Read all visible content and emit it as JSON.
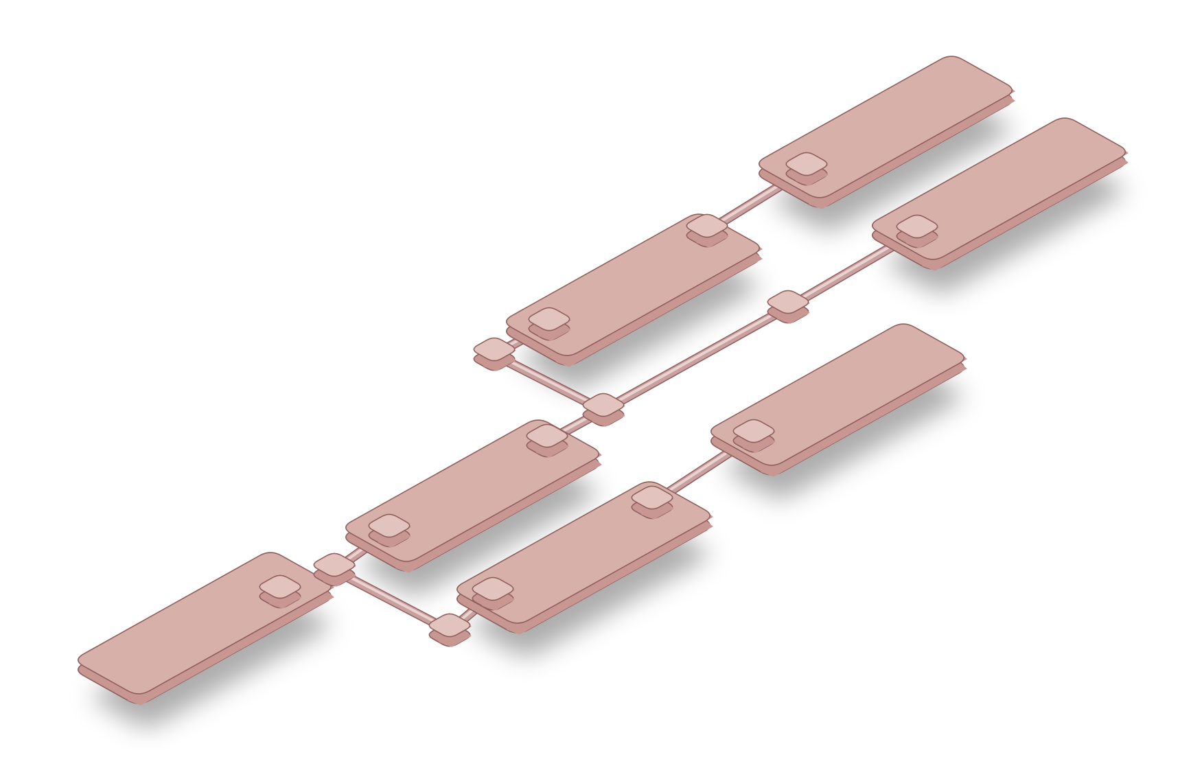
{
  "diagram": {
    "style": "isometric-flow",
    "colors": {
      "background": "#ffffff",
      "node_top": "#d8b0aa",
      "node_side": "#c99792",
      "node_edge": "#8e5f5d",
      "connector_top": "#e3c3bd",
      "pipe": "#c9a0a0",
      "pipe_highlight": "#ead2d0",
      "shadow": "#8a8a8a"
    },
    "nodes": [
      {
        "id": "n1",
        "label": ""
      },
      {
        "id": "n2",
        "label": ""
      },
      {
        "id": "n3",
        "label": ""
      },
      {
        "id": "n4",
        "label": ""
      },
      {
        "id": "n5",
        "label": ""
      },
      {
        "id": "n6",
        "label": ""
      },
      {
        "id": "n7",
        "label": ""
      },
      {
        "id": "n8",
        "label": ""
      }
    ],
    "junctions": [
      {
        "id": "j1"
      },
      {
        "id": "j2"
      },
      {
        "id": "j3"
      },
      {
        "id": "j4"
      },
      {
        "id": "j5"
      }
    ],
    "edges": [
      {
        "from": "n1",
        "to": "j1"
      },
      {
        "from": "j1",
        "to": "n2"
      },
      {
        "from": "j1",
        "to": "j2"
      },
      {
        "from": "j2",
        "to": "n3"
      },
      {
        "from": "n3",
        "to": "n4"
      },
      {
        "from": "n2",
        "to": "j3"
      },
      {
        "from": "j3",
        "to": "j4"
      },
      {
        "from": "j4",
        "to": "n5"
      },
      {
        "from": "n5",
        "to": "n6"
      },
      {
        "from": "j3",
        "to": "j5"
      },
      {
        "from": "j5",
        "to": "n7"
      }
    ]
  }
}
